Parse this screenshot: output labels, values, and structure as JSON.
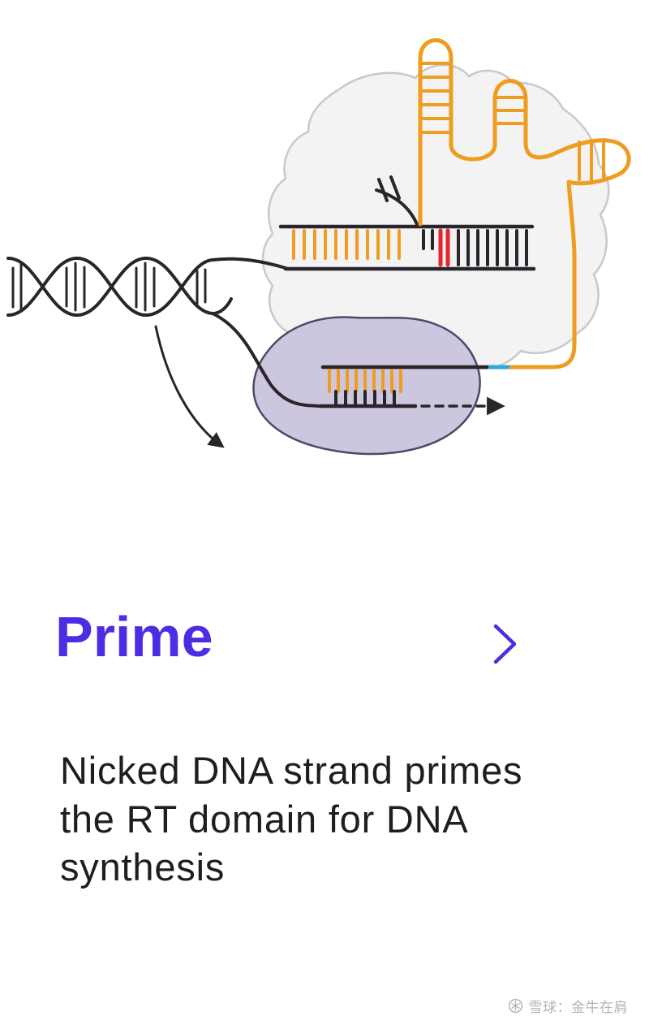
{
  "slide": {
    "title": "Prime",
    "description": "Nicked DNA strand primes the RT domain for DNA synthesis",
    "next_icon": "chevron-right-icon"
  },
  "watermark": {
    "icon": "snowball-logo-icon",
    "text": "雪球：金牛在肩"
  },
  "illustration": {
    "elements": [
      "genomic-dna-helix",
      "protein-body",
      "rt-domain",
      "target-dna-duplex",
      "nick-flap",
      "rna-scaffold",
      "blue-rna-segment",
      "primer-synthesis-strand",
      "dashed-synthesis-arrow",
      "curved-direction-arrow"
    ]
  },
  "colors": {
    "accent_purple": "#4E2CE4",
    "body_text": "#1E1E1E",
    "watermark_gray": "#B3B3B3",
    "rna_orange": "#EE9D20",
    "dna_black": "#29252A",
    "nick_red": "#E4262C",
    "rna_blue_segment": "#31A8DB",
    "protein_fill": "#F3F3F4",
    "protein_stroke": "#C9C9CC",
    "rt_domain_fill": "#CCC6DE",
    "rt_domain_stroke": "#4E4868"
  }
}
